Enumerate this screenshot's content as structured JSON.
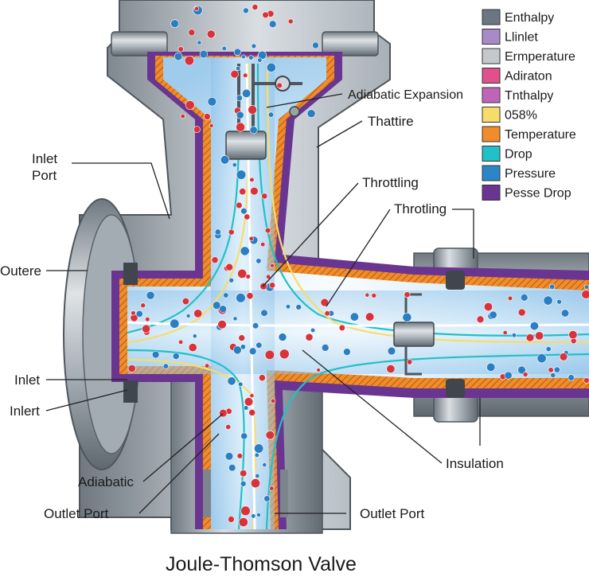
{
  "title": "Joule-Thomson Valve",
  "labels": {
    "inlet_port": [
      "Inlet",
      "Port"
    ],
    "outere": "Outere",
    "inlet": "Inlet",
    "inlert": "Inlert",
    "adiabatic": "Adiabatic",
    "outlet_port_left": "Outlet Port",
    "outlet_port_right": "Outlet Port",
    "insulation": "Insulation",
    "adiabatic_expansion": "Adiabatic Expansion",
    "thattire": "Thattire",
    "throttling_upper": "Throttling",
    "throttling_lower": "Throtling"
  },
  "legend": [
    {
      "label": "Enthalpy",
      "color": "#6b7682"
    },
    {
      "label": "Llinlet",
      "color": "#a98ac8"
    },
    {
      "label": "Ermperature",
      "color": "#c4c8cc"
    },
    {
      "label": "Adiraton",
      "color": "#e0508a"
    },
    {
      "label": "Tnthalpy",
      "color": "#c064b8"
    },
    {
      "label": "058%",
      "color": "#f6dd6a"
    },
    {
      "label": "Temperature",
      "color": "#f08c2a"
    },
    {
      "label": "Drop",
      "color": "#22c0c8"
    },
    {
      "label": "Pressure",
      "color": "#2b86c9"
    },
    {
      "label": "Pesse Drop",
      "color": "#6a3590"
    }
  ],
  "colors": {
    "metal": "#9aa3ab",
    "metal_dark": "#5e666e",
    "insulation_purple": "#6a3590",
    "insulation_orange": "#f08c2a",
    "flow_blue": "#bfe0f6",
    "molecule_red": "#d8333b",
    "molecule_blue": "#2a7fc4"
  }
}
